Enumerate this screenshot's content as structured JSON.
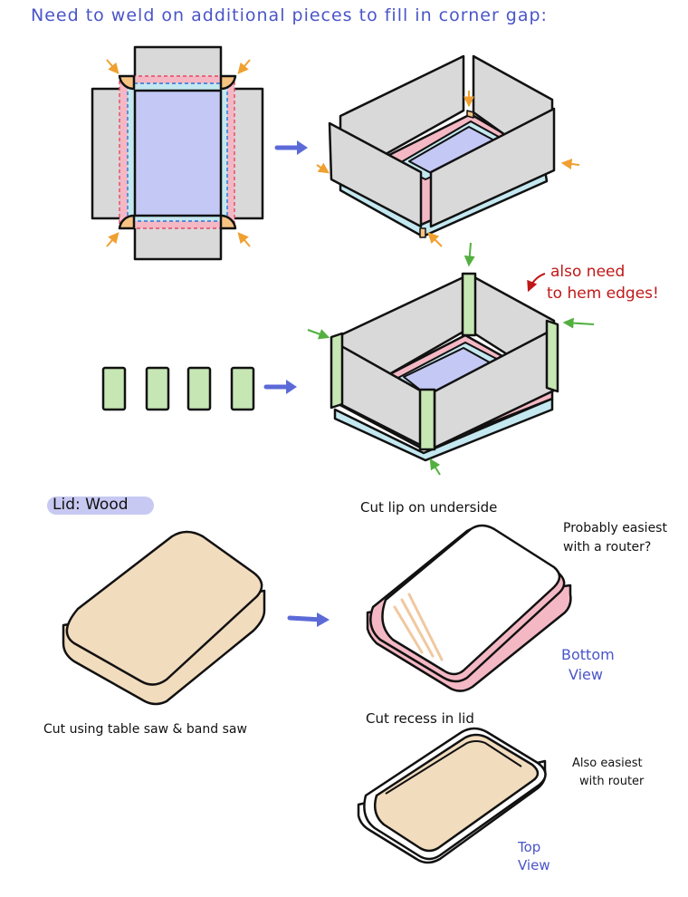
{
  "heading": "Need to weld on additional pieces to fill in corner gap:",
  "hem_note": {
    "line1": "also need",
    "line2": "to hem edges!"
  },
  "lid_label": "Lid: Wood",
  "cut_lip_label": "Cut lip on underside",
  "router_note": {
    "line1": "Probably easiest",
    "line2": "with a router?"
  },
  "bottom_view": {
    "line1": "Bottom",
    "line2": "View"
  },
  "cut_saw_label": "Cut using table saw & band saw",
  "cut_recess_label": "Cut recess in lid",
  "router_note2": {
    "line1": "Also easiest",
    "line2": "with router"
  },
  "top_view": {
    "line1": "Top",
    "line2": "View"
  },
  "colors": {
    "ink": "#111111",
    "note_blue": "#4a55c8",
    "note_red": "#c01818",
    "sheet_gray": "#d9d9d9",
    "base_blue": "#c4c8f4",
    "pink_fold": "#f4b8c4",
    "cyan_fold": "#c4e8f0",
    "corner_orange": "#f6c383",
    "arrow_orange": "#f0a030",
    "strip_green": "#c6e6b4",
    "arrow_green": "#52b040",
    "wood": "#f2dcbe",
    "wood_stripe": "#f0c8a0",
    "arrow_blue": "#5c6ad8"
  },
  "icons": [
    "arrow-right-icon",
    "corner-arrow-icon",
    "curved-arrow-icon"
  ]
}
